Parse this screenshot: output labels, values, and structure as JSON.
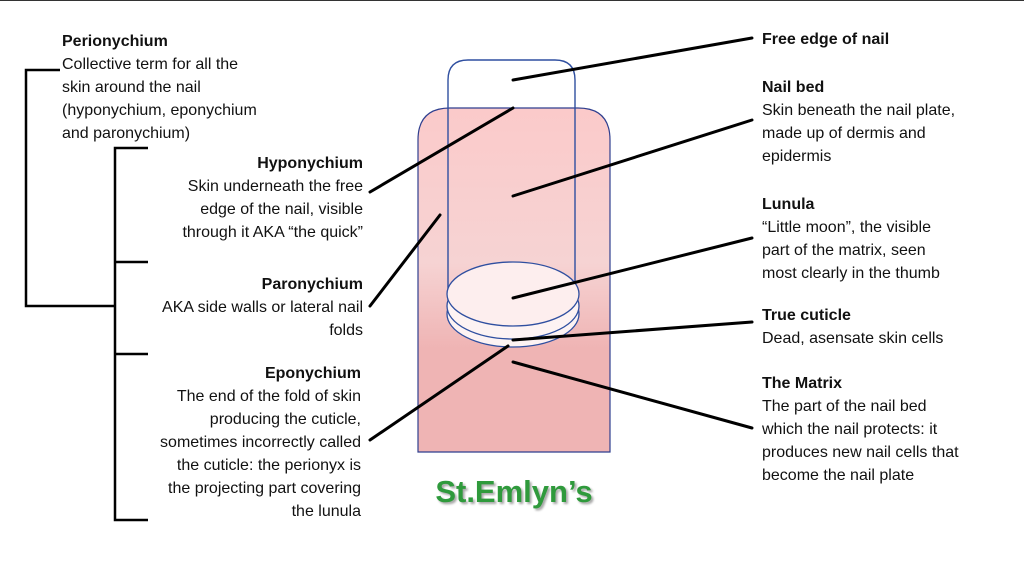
{
  "labels": {
    "perionychium": {
      "title": "Perionychium",
      "lines": [
        "Collective term for all the",
        "skin around the nail",
        "(hyponychium, eponychium",
        "and paronychium)"
      ]
    },
    "hyponychium": {
      "title": "Hyponychium",
      "lines": [
        "Skin underneath the free",
        "edge of the nail, visible",
        "through it AKA “the quick”"
      ]
    },
    "paronychium": {
      "title": "Paronychium",
      "lines": [
        "AKA side walls or lateral nail",
        "folds"
      ]
    },
    "eponychium": {
      "title": "Eponychium",
      "lines": [
        "The end of the fold of skin",
        "producing the cuticle,",
        "sometimes incorrectly called",
        "the cuticle: the perionyx is",
        "the projecting part covering",
        "the lunula"
      ]
    },
    "free_edge": {
      "title": "Free edge of nail",
      "lines": []
    },
    "nail_bed": {
      "title": "Nail bed",
      "lines": [
        "Skin beneath the nail plate,",
        "made up of dermis and",
        "epidermis"
      ]
    },
    "lunula": {
      "title": "Lunula",
      "lines": [
        "“Little moon”, the visible",
        "part of the matrix, seen",
        "most clearly in the thumb"
      ]
    },
    "true_cuticle": {
      "title": "True cuticle",
      "lines": [
        "Dead, asensate skin cells"
      ]
    },
    "matrix": {
      "title": "The Matrix",
      "lines": [
        "The part of the nail bed",
        "which the nail protects: it",
        "produces new nail cells that",
        "become the nail plate"
      ]
    }
  },
  "brand": "St.Emlyn’s",
  "colors": {
    "finger_fill": "#f0b8b8",
    "finger_stroke": "#2f3f8f",
    "nail_stroke": "#2f4fa0",
    "lunula_fill": "#fdeeee",
    "brand_green": "#2f9a3c"
  }
}
